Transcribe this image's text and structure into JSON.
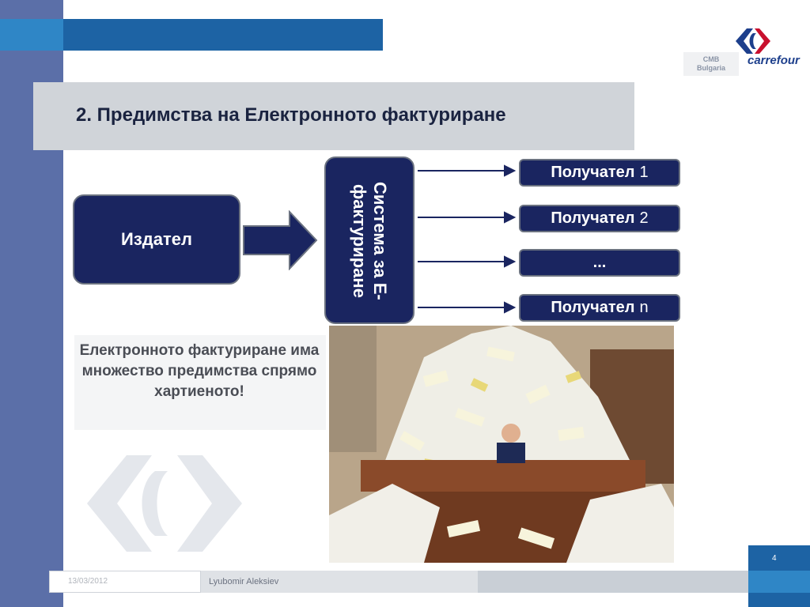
{
  "slide": {
    "title": "2. Предимства на Електронното фактуриране",
    "issuer_label": "Издател",
    "system_label": "Система за Е-фактуриране",
    "recipients": [
      {
        "bold": "Получател",
        "suffix": "1"
      },
      {
        "bold": "Получател",
        "suffix": "2"
      },
      {
        "bold": "...",
        "suffix": ""
      },
      {
        "bold": "Получател",
        "suffix": "n"
      }
    ],
    "note": "Електронното фактуриране има множество предимства спрямо хартиеното!"
  },
  "logo": {
    "cmb_line1": "CMB",
    "cmb_line2": "Bulgaria",
    "brand": "carrefour"
  },
  "footer": {
    "date": "13/03/2012",
    "author": "Lyubomir Aleksiev",
    "page_number": "4"
  },
  "colors": {
    "navy": "#1a2560",
    "accent_blue": "#1d63a4",
    "side_bar": "#5b6fa8"
  }
}
